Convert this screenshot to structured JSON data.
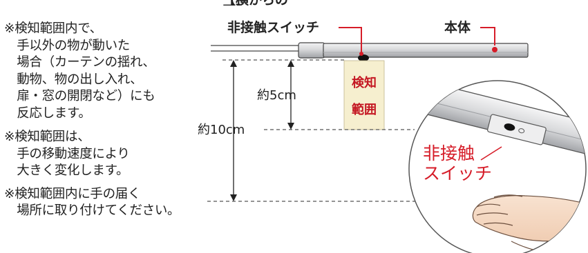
{
  "heading_fragment": "【横からの図】",
  "notes": [
    "※検知範囲内で、\n　手以外の物が動いた\n　場合（カーテンの揺れ、\n　動物、物の出し入れ、\n　扉・窓の開閉など）にも\n　反応します。",
    "※検知範囲は、\n　手の移動速度により\n　大きく変化します。",
    "※検知範囲内に手の届く\n　場所に取り付けてください。"
  ],
  "labels": {
    "switch": "非接触スイッチ",
    "body": "本体",
    "zone_line1": "検知",
    "zone_line2": "範囲",
    "dim_5cm": "約5cm",
    "dim_10cm": "約10cm",
    "zoom_switch": "非接触\nスイッチ"
  },
  "colors": {
    "accent_red": "#d61c28",
    "zone_fill": "#f6efcf",
    "bar_gray": "#c9cacc",
    "outline": "#333333"
  }
}
